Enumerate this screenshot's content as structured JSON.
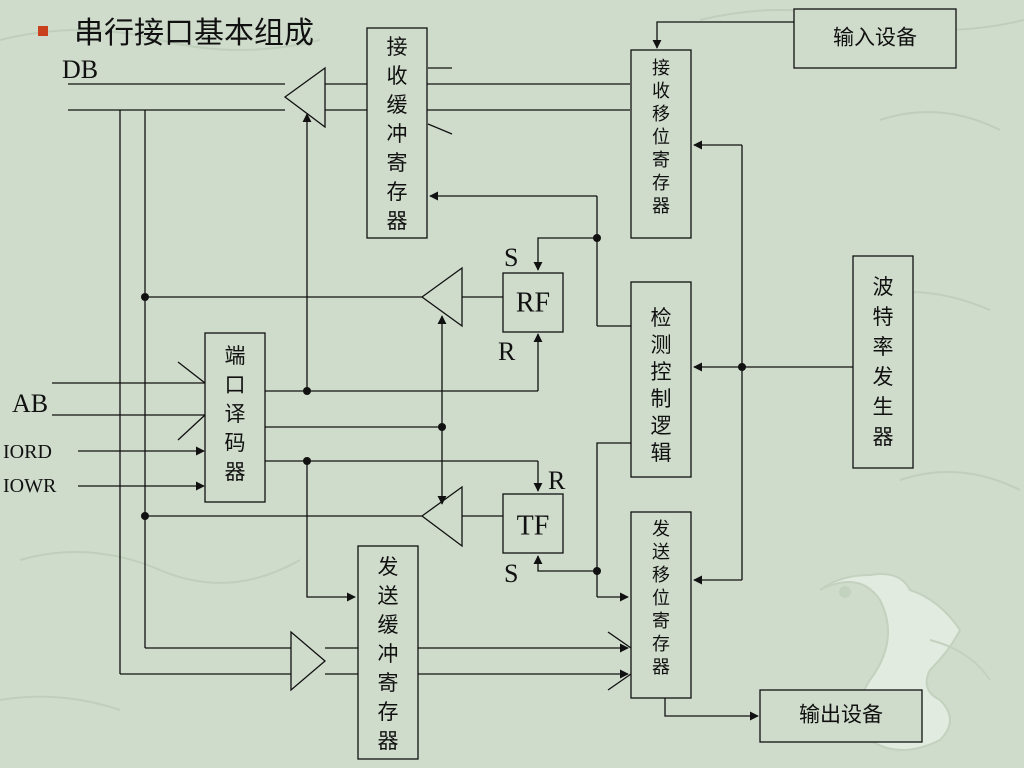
{
  "slide": {
    "title": "串行接口基本组成",
    "colors": {
      "background": "#cfdccb",
      "bullet": "#c8401c",
      "line": "#111111"
    }
  },
  "bus_labels": {
    "db": "DB",
    "ab": "AB",
    "iord": "IORD",
    "iowr": "IOWR"
  },
  "blocks": {
    "receive_buffer": "接收缓冲寄存器",
    "receive_shift": "接收移位寄存器",
    "port_decoder": "端口译码器",
    "detect_control": "检测控制逻辑",
    "transmit_shift": "发送移位寄存器",
    "transmit_buffer": "发送缓冲寄存器",
    "baud_generator": "波特率发生器",
    "input_device": "输入设备",
    "output_device": "输出设备",
    "rf": "RF",
    "tf": "TF"
  },
  "flag_pins": {
    "rf_set": "S",
    "rf_reset": "R",
    "tf_reset": "R",
    "tf_set": "S"
  },
  "decoration": {
    "dragon_icon": "dragon-motif-icon"
  }
}
